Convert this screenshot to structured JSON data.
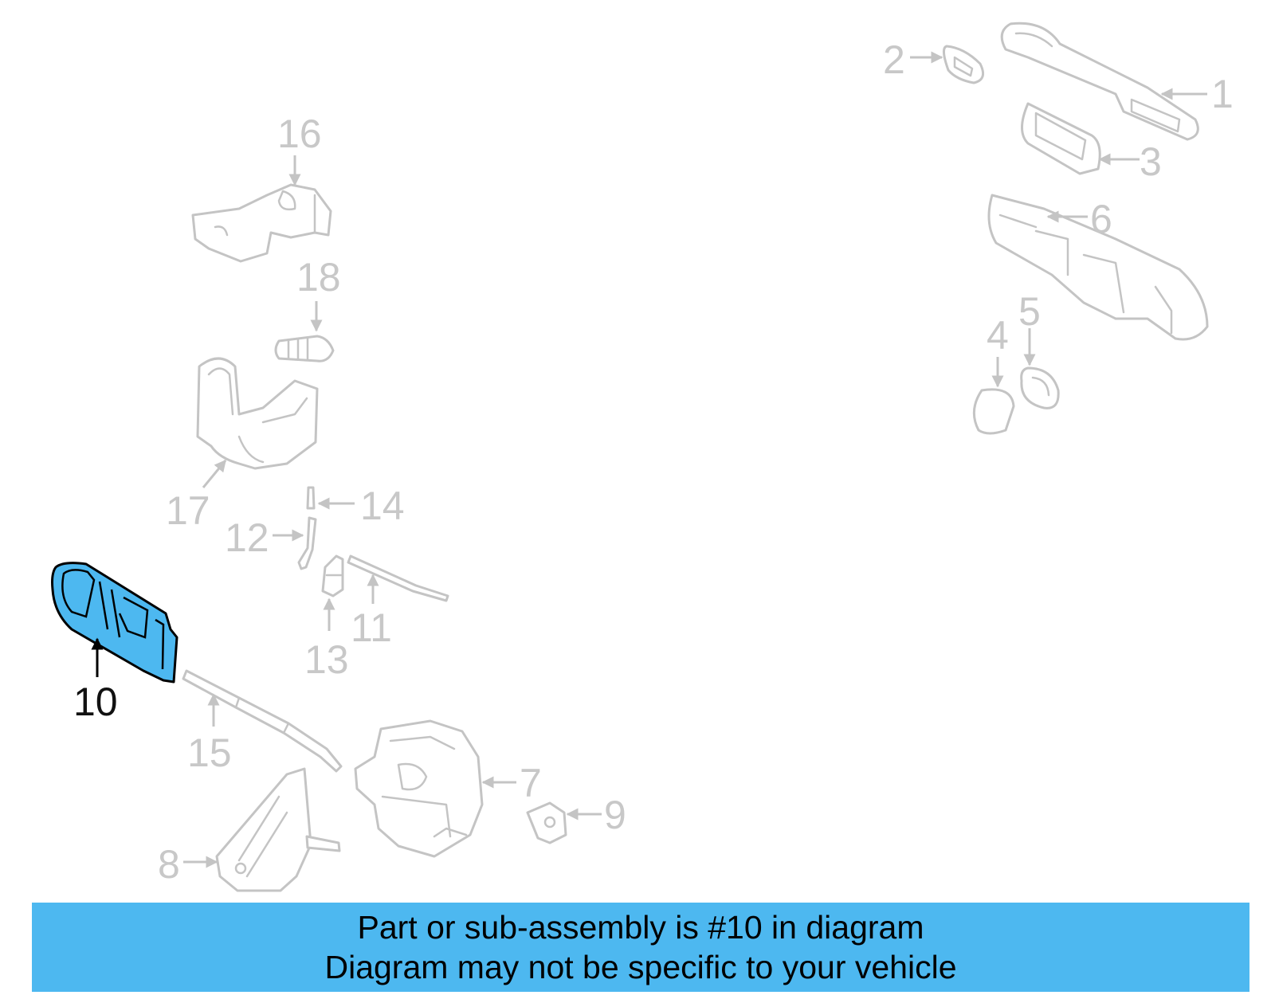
{
  "callouts": {
    "c1": "1",
    "c2": "2",
    "c3": "3",
    "c4": "4",
    "c5": "5",
    "c6": "6",
    "c7": "7",
    "c8": "8",
    "c9": "9",
    "c10": "10",
    "c11": "11",
    "c12": "12",
    "c13": "13",
    "c14": "14",
    "c15": "15",
    "c16": "16",
    "c17": "17",
    "c18": "18"
  },
  "highlighted_part": "10",
  "colors": {
    "highlight_fill": "#4db8f0",
    "banner_bg": "#4db8f0",
    "inactive_line": "#c4c4c4",
    "active_text": "#111111"
  },
  "banner": {
    "line1": "Part or sub-assembly is #10 in diagram",
    "line2": "Diagram may not be specific to your vehicle"
  }
}
